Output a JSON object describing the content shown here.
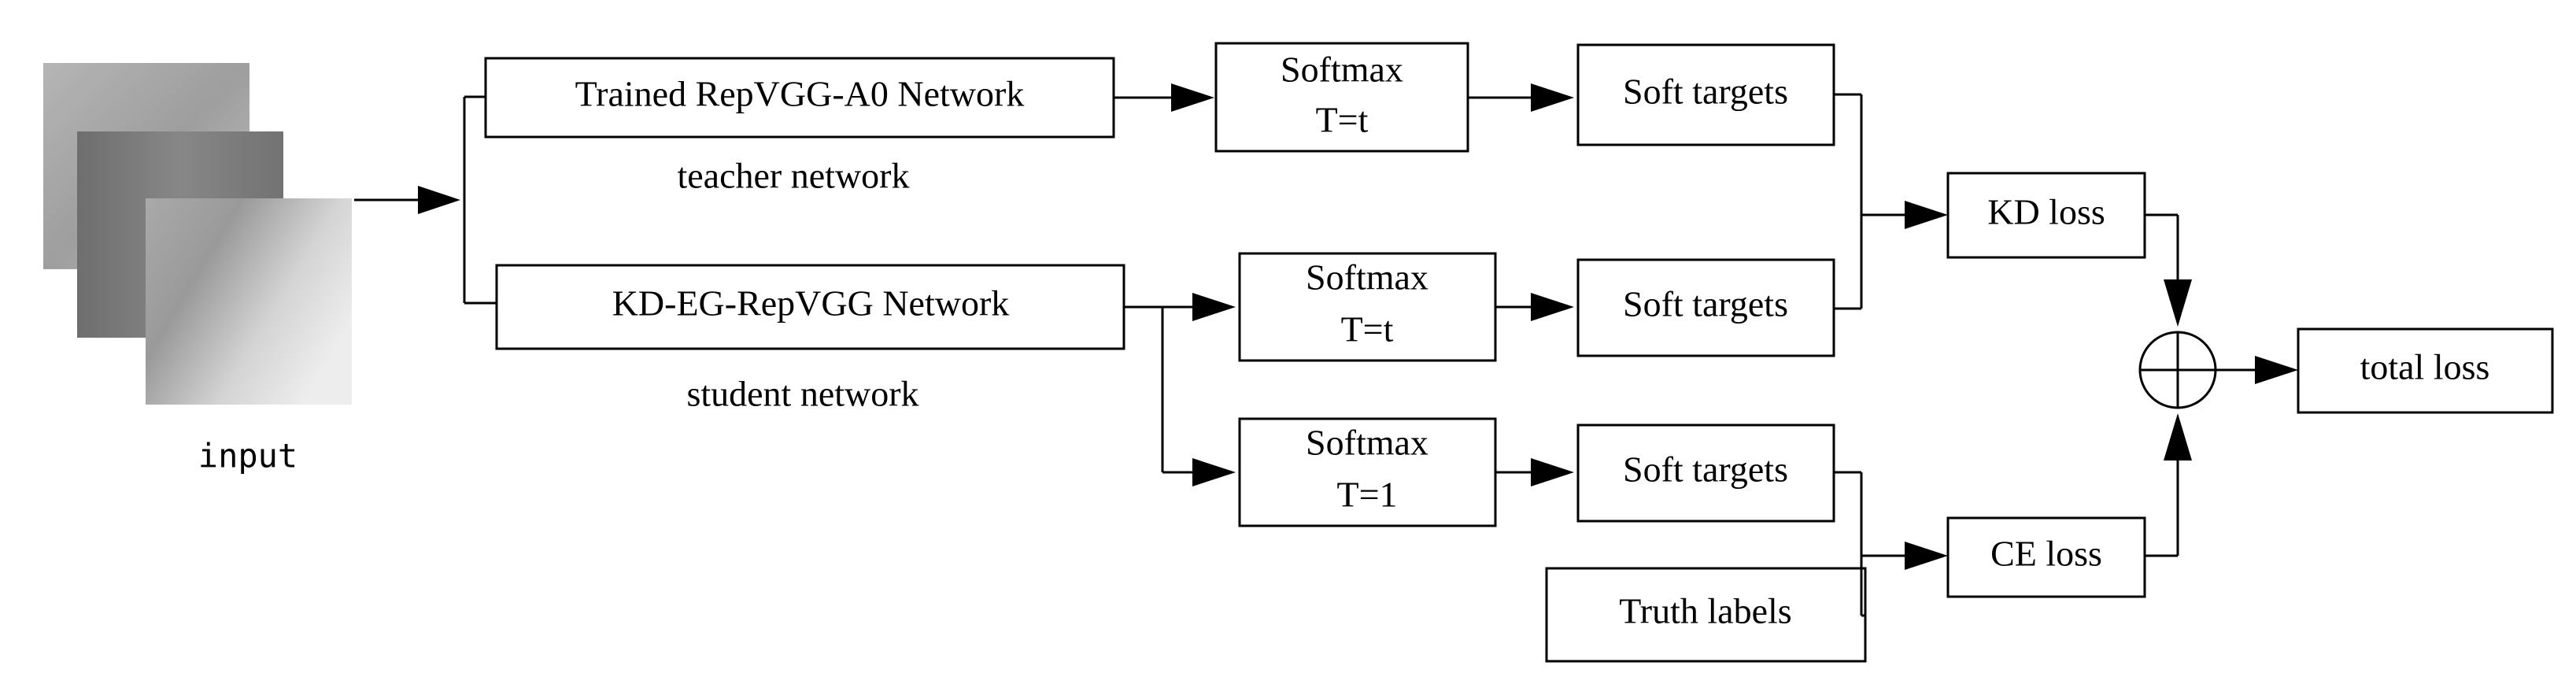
{
  "input": {
    "caption": "input"
  },
  "teacher": {
    "network": "Trained RepVGG-A0 Network",
    "caption": "teacher network"
  },
  "student": {
    "network": "KD-EG-RepVGG Network",
    "caption": "student network"
  },
  "softmax_teacher": {
    "line1": "Softmax",
    "line2": "T=t"
  },
  "softmax_student_t": {
    "line1": "Softmax",
    "line2": "T=t"
  },
  "softmax_student_1": {
    "line1": "Softmax",
    "line2": "T=1"
  },
  "soft_targets_teacher": {
    "label": "Soft targets"
  },
  "soft_targets_student_t": {
    "label": "Soft targets"
  },
  "soft_targets_student_1": {
    "label": "Soft targets"
  },
  "truth_labels": {
    "label": "Truth labels"
  },
  "kd_loss": {
    "label": "KD loss"
  },
  "ce_loss": {
    "label": "CE loss"
  },
  "total_loss": {
    "label": "total loss"
  }
}
